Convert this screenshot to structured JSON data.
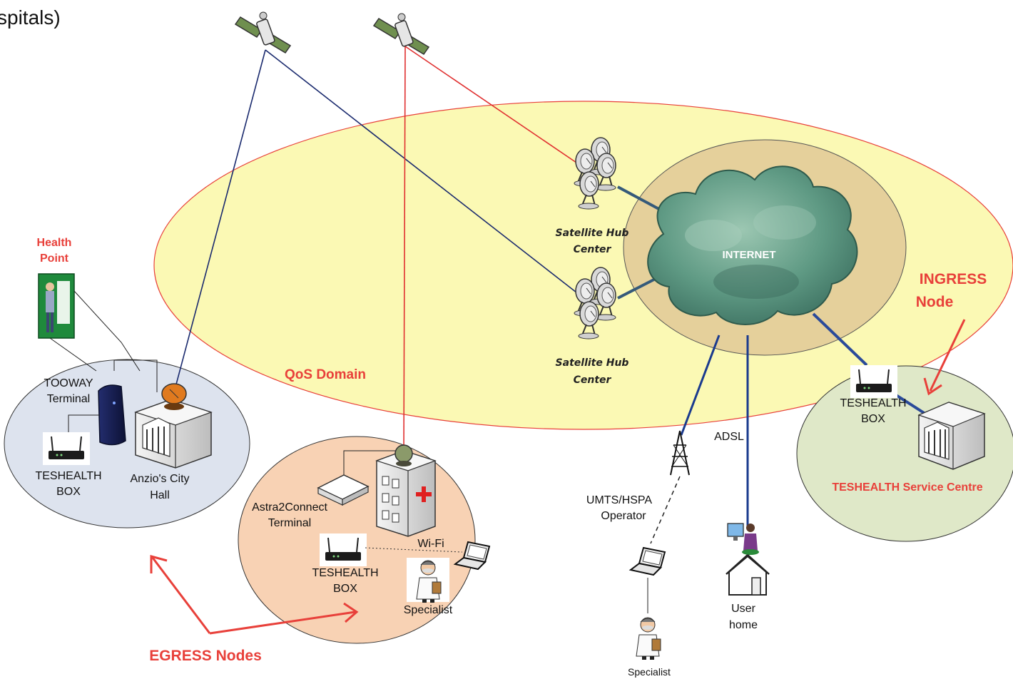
{
  "title_fragment": "spitals)",
  "domains": {
    "qos": "QoS Domain",
    "internet": "INTERNET"
  },
  "satellite_hubs": [
    {
      "line1": "Satellite Hub",
      "line2": "Center"
    },
    {
      "line1": "Satellite Hub",
      "line2": "Center"
    }
  ],
  "health_point": {
    "line1": "Health",
    "line2": "Point"
  },
  "city_hall_node": {
    "tooway_line1": "TOOWAY",
    "tooway_line2": "Terminal",
    "box_line1": "TESHEALTH",
    "box_line2": "BOX",
    "hall_line1": "Anzio's City",
    "hall_line2": "Hall"
  },
  "hospital_node": {
    "terminal_line1": "Astra2Connect",
    "terminal_line2": "Terminal",
    "wifi": "Wi-Fi",
    "box_line1": "TESHEALTH",
    "box_line2": "BOX",
    "specialist": "Specialist"
  },
  "service_centre_node": {
    "box_line1": "TESHEALTH",
    "box_line2": "BOX",
    "name": "TESHEALTH Service Centre"
  },
  "mobile": {
    "operator_line1": "UMTS/HSPA",
    "operator_line2": "Operator",
    "specialist": "Specialist"
  },
  "adsl": {
    "link": "ADSL",
    "home_line1": "User",
    "home_line2": "home"
  },
  "annotations": {
    "ingress_line1": "INGRESS",
    "ingress_line2": "Node",
    "egress": "EGRESS Nodes"
  },
  "colors": {
    "qos_fill": "#fbf9b4",
    "qos_stroke": "#e8403a",
    "internet_fill": "#e3cc99",
    "left_node_fill": "#dde3ee",
    "hospital_fill": "#f8d2b4",
    "service_fill": "#dfe8c8",
    "annotation_red": "#e8403a",
    "link_navy": "#1a2a6e",
    "link_red": "#e03030",
    "cloud_green": "#6ea88c"
  }
}
